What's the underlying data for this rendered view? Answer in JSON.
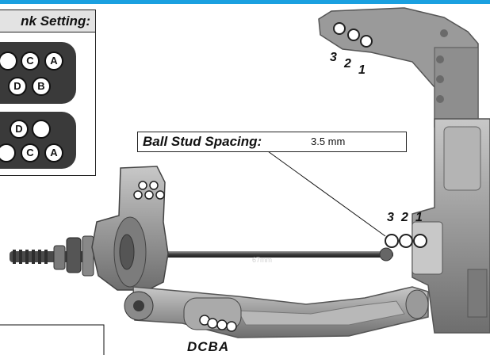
{
  "setting_panel": {
    "title": "nk Setting:",
    "top_plate": {
      "row1": [
        "C",
        "A"
      ],
      "row2": [
        "D",
        "B"
      ]
    },
    "bottom_plate": {
      "row1": [
        "D",
        ""
      ],
      "row2": [
        "C",
        "A"
      ]
    }
  },
  "ball_stud_spacing": {
    "label": "Ball Stud Spacing:",
    "value": "3.5 mm"
  },
  "tower_hole_numbers": [
    "3",
    "2",
    "1"
  ],
  "bulkhead_hole_numbers": [
    "3",
    "2",
    "1"
  ],
  "arm_hole_letters": "DCBA",
  "link_length_text": "67mm",
  "colors": {
    "accent_bar": "#1aa0e0",
    "part_gray": "#8e8e8e",
    "plate_dark": "#3a3a3a"
  }
}
